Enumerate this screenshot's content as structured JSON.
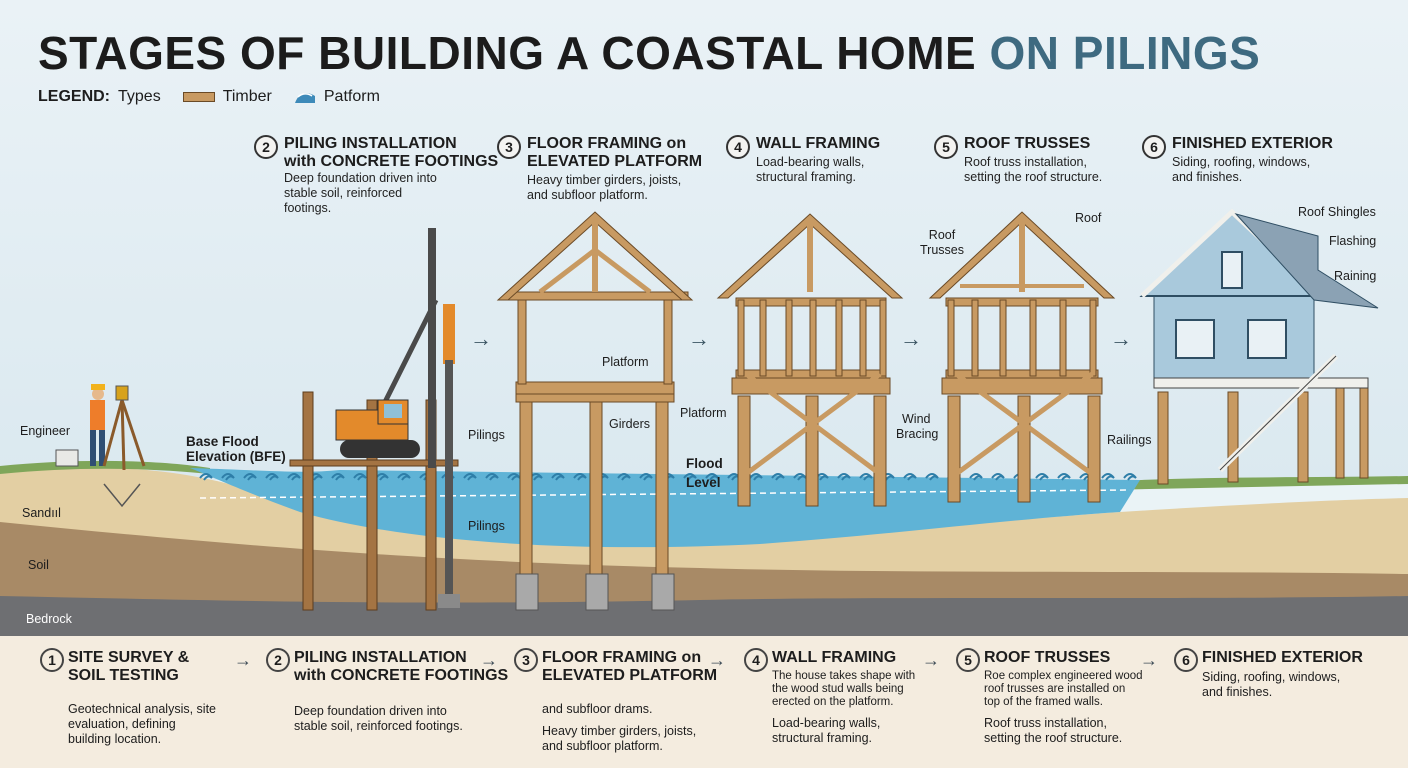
{
  "title": {
    "main": "STAGES OF BUILDING A COASTAL HOME",
    "accent": "ON PILINGS"
  },
  "legend": {
    "label": "LEGEND:",
    "types": "Types",
    "timber": "Timber",
    "platform": "Patform"
  },
  "stages": [
    {
      "num": "2",
      "title1": "PILING INSTALLATION",
      "title2": "with CONCRETE FOOTINGS",
      "desc": [
        "Deep foundation driven into",
        "stable soil, reinforced",
        "footings."
      ]
    },
    {
      "num": "3",
      "title1": "FLOOR FRAMING on",
      "title2": "ELEVATED PLATFORM",
      "desc": [
        "Heavy timber girders, joists,",
        "and subfloor platform."
      ]
    },
    {
      "num": "4",
      "title1": "WALL FRAMING",
      "title2": "",
      "desc": [
        "Load-bearing walls,",
        "structural framing."
      ]
    },
    {
      "num": "5",
      "title1": "ROOF TRUSSES",
      "title2": "",
      "desc": [
        "Roof truss installation,",
        "setting the roof structure."
      ]
    },
    {
      "num": "6",
      "title1": "FINISHED EXTERIOR",
      "title2": "",
      "desc": [
        "Siding, roofing, windows,",
        "and finishes."
      ]
    }
  ],
  "labels": {
    "engineer": "Engineer",
    "bfe1": "Base Flood",
    "bfe2": "Elevation (BFE)",
    "sand": "Sandııl",
    "soil": "Soil",
    "bedrock": "Bedrock",
    "platform_a": "Platform",
    "platform_b": "Platform",
    "girders": "Girders",
    "pilings_a": "Pilings",
    "pilings_b": "Pilings",
    "flood1": "Flood",
    "flood2": "Level",
    "wind1": "Wind",
    "wind2": "Bracing",
    "roof_trusses1": "Roof",
    "roof_trusses2": "Trusses",
    "roof": "Roof",
    "roof_shingles": "Roof Shingles",
    "flashing": "Flashing",
    "raining": "Raining",
    "railings": "Railings"
  },
  "bottom": [
    {
      "num": "1",
      "title1": "SITE SURVEY &",
      "title2": "SOIL TESTING",
      "lines": [
        "Geotechnical analysis, site",
        "evaluation, defining",
        "building location."
      ]
    },
    {
      "num": "2",
      "title1": "PILING INSTALLATION",
      "title2": "with CONCRETE FOOTINGS",
      "lines": [
        "Deep foundation driven into",
        "stable soil, reinforced footings."
      ]
    },
    {
      "num": "3",
      "title1": "FLOOR FRAMING on",
      "title2": "ELEVATED PLATFORM",
      "lines": [
        "and subfloor drams.",
        "Heavy timber girders, joists,",
        "and subfloor platform."
      ]
    },
    {
      "num": "4",
      "title1": "WALL FRAMING",
      "title2": "",
      "lines": [
        "The house takes shape with",
        "the wood stud walls being",
        "erected on the platform.",
        "Load-bearing walls,",
        "structural framing."
      ]
    },
    {
      "num": "5",
      "title1": "ROOF TRUSSES",
      "title2": "",
      "lines": [
        "Roe complex engineered wood",
        "roof trusses are installed on",
        "top of the framed walls.",
        "Roof truss installation,",
        "setting the roof structure."
      ]
    },
    {
      "num": "6",
      "title1": "FINISHED EXTERIOR",
      "title2": "",
      "lines": [
        "Siding, roofing, windows,",
        "and finishes."
      ]
    }
  ],
  "colors": {
    "timber": "#c89a62",
    "water": "#5fb3d6",
    "sand": "#e3cfa3",
    "soil": "#a88a66",
    "bedrock": "#6e6f72",
    "siding": "#a9c9dc",
    "accent": "#3e6a80"
  }
}
